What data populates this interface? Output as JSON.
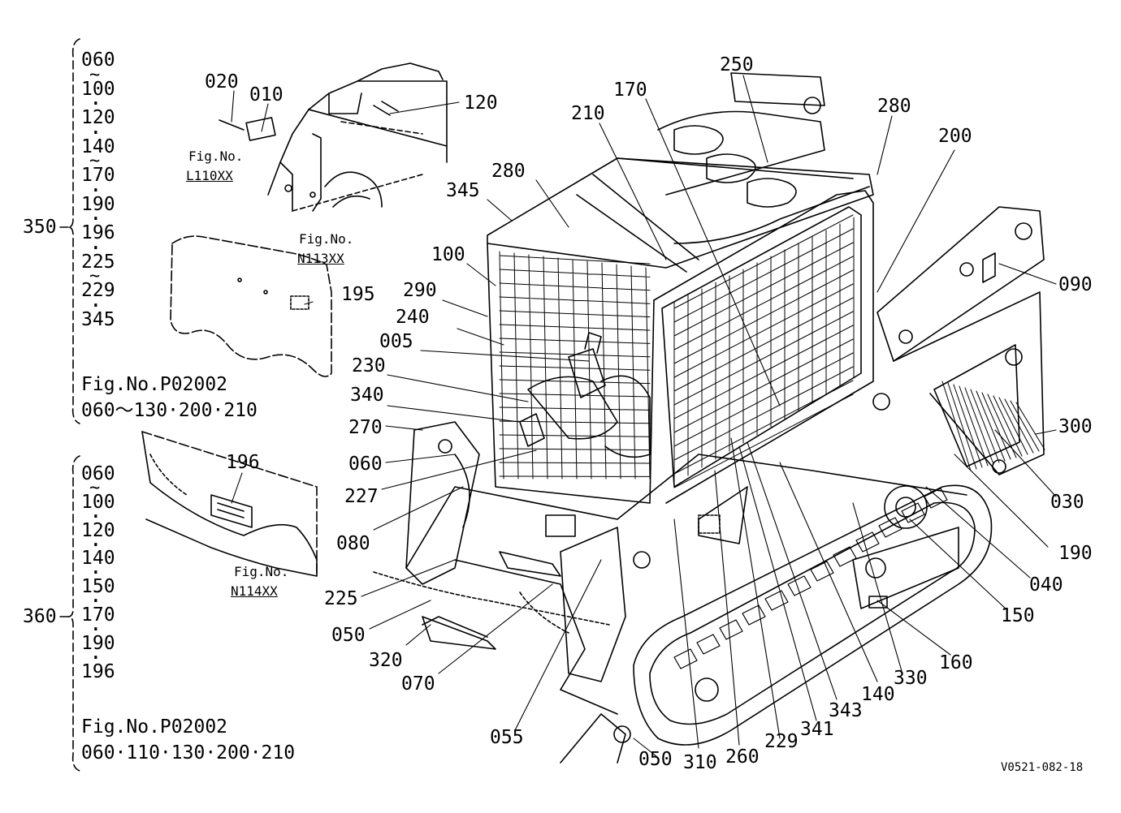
{
  "drawing_code": "V0521-082-18",
  "groups": {
    "g350": {
      "ref": "350",
      "items": [
        "060",
        "~",
        "100",
        "·",
        "120",
        "·",
        "140",
        "~",
        "170",
        "·",
        "190",
        "·",
        "196",
        "·",
        "225",
        "~",
        "229",
        "·",
        "345"
      ],
      "fig_ref": "Fig.No.P02002",
      "fig_items": "060～130·200·210"
    },
    "g360": {
      "ref": "360",
      "items": [
        "060",
        "~",
        "100",
        "·",
        "120",
        "·",
        "140",
        "·",
        "150",
        "·",
        "170",
        "·",
        "190",
        "·",
        "196"
      ],
      "fig_ref": "Fig.No.P02002",
      "fig_items": "060·110·130·200·210"
    }
  },
  "figure_refs": {
    "l110": {
      "title": "Fig.No.",
      "code": "L110XX"
    },
    "n113": {
      "title": "Fig.No.",
      "code": "N113XX"
    },
    "n114": {
      "title": "Fig.No.",
      "code": "N114XX"
    }
  },
  "callouts": {
    "c020": "020",
    "c010": "010",
    "c120": "120",
    "c195": "195",
    "c196": "196",
    "c250": "250",
    "c170": "170",
    "c210": "210",
    "c280a": "280",
    "c280b": "280",
    "c200": "200",
    "c345": "345",
    "c100": "100",
    "c290": "290",
    "c240": "240",
    "c005": "005",
    "c230": "230",
    "c340": "340",
    "c270": "270",
    "c060": "060",
    "c227": "227",
    "c080": "080",
    "c225": "225",
    "c050a": "050",
    "c320": "320",
    "c070": "070",
    "c055": "055",
    "c050b": "050",
    "c310": "310",
    "c260": "260",
    "c229": "229",
    "c341": "341",
    "c343": "343",
    "c140": "140",
    "c330": "330",
    "c160": "160",
    "c150": "150",
    "c040": "040",
    "c190": "190",
    "c030": "030",
    "c300": "300",
    "c090": "090"
  }
}
